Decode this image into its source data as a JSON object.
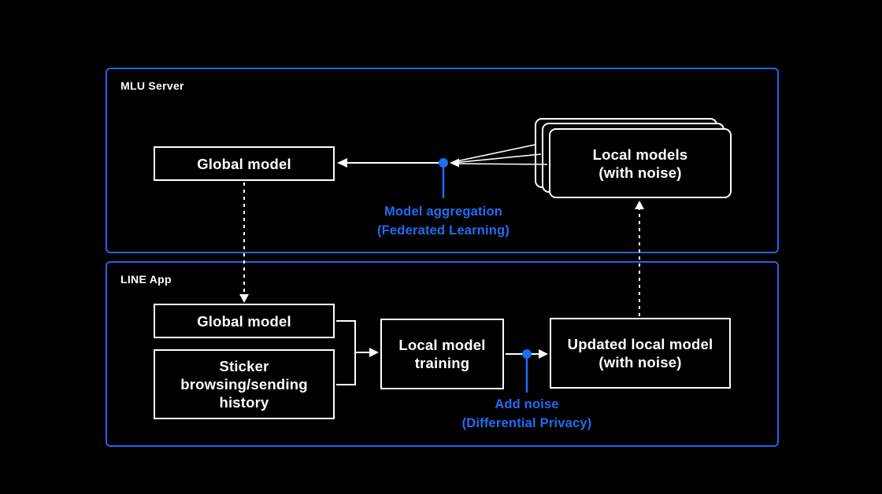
{
  "colors": {
    "background": "#000000",
    "panel_border": "#2263ee",
    "accent_blue": "#1f6df2",
    "node_border": "#ffffff",
    "node_text": "#ffffff"
  },
  "server_panel": {
    "label": "MLU Server",
    "global_model": {
      "label": "Global model"
    },
    "local_models": {
      "line1": "Local models",
      "line2": "(with noise)"
    },
    "aggregation_note": {
      "line1": "Model aggregation",
      "line2": "(Federated Learning)"
    }
  },
  "app_panel": {
    "label": "LINE App",
    "global_model": {
      "label": "Global model"
    },
    "sticker_history": {
      "line1": "Sticker",
      "line2": "browsing/sending",
      "line3": "history"
    },
    "training": {
      "line1": "Local model",
      "line2": "training"
    },
    "updated_model": {
      "line1": "Updated local model",
      "line2": "(with noise)"
    },
    "noise_note": {
      "line1": "Add noise",
      "line2": "(Differential Privacy)"
    }
  }
}
